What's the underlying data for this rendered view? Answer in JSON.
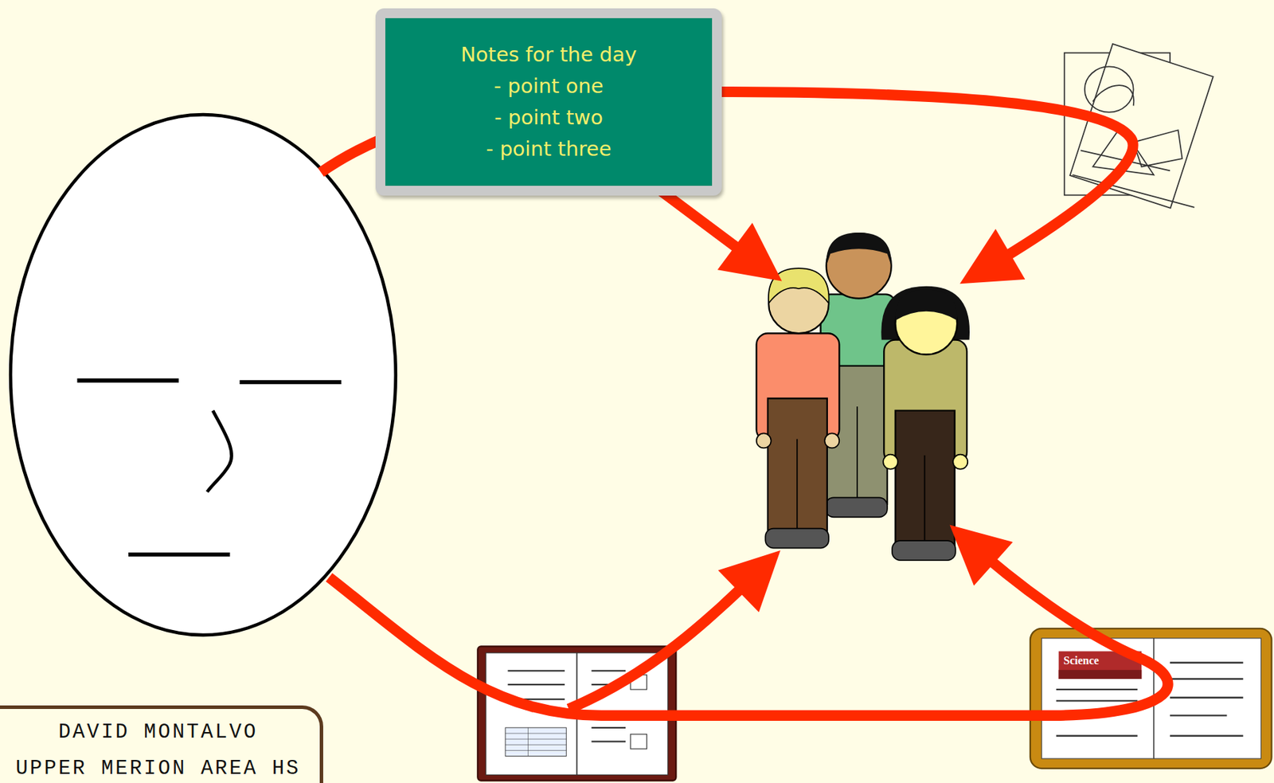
{
  "diagram": {
    "nodes": [
      {
        "text": [
          "Notes for the day",
          "- point one",
          "- point two",
          "- point three"
        ]
      },
      {
        "text": [
          "DAVID MONTALVO",
          "UPPER MERION AREA HS"
        ]
      }
    ],
    "labels": [
      "Science"
    ]
  }
}
